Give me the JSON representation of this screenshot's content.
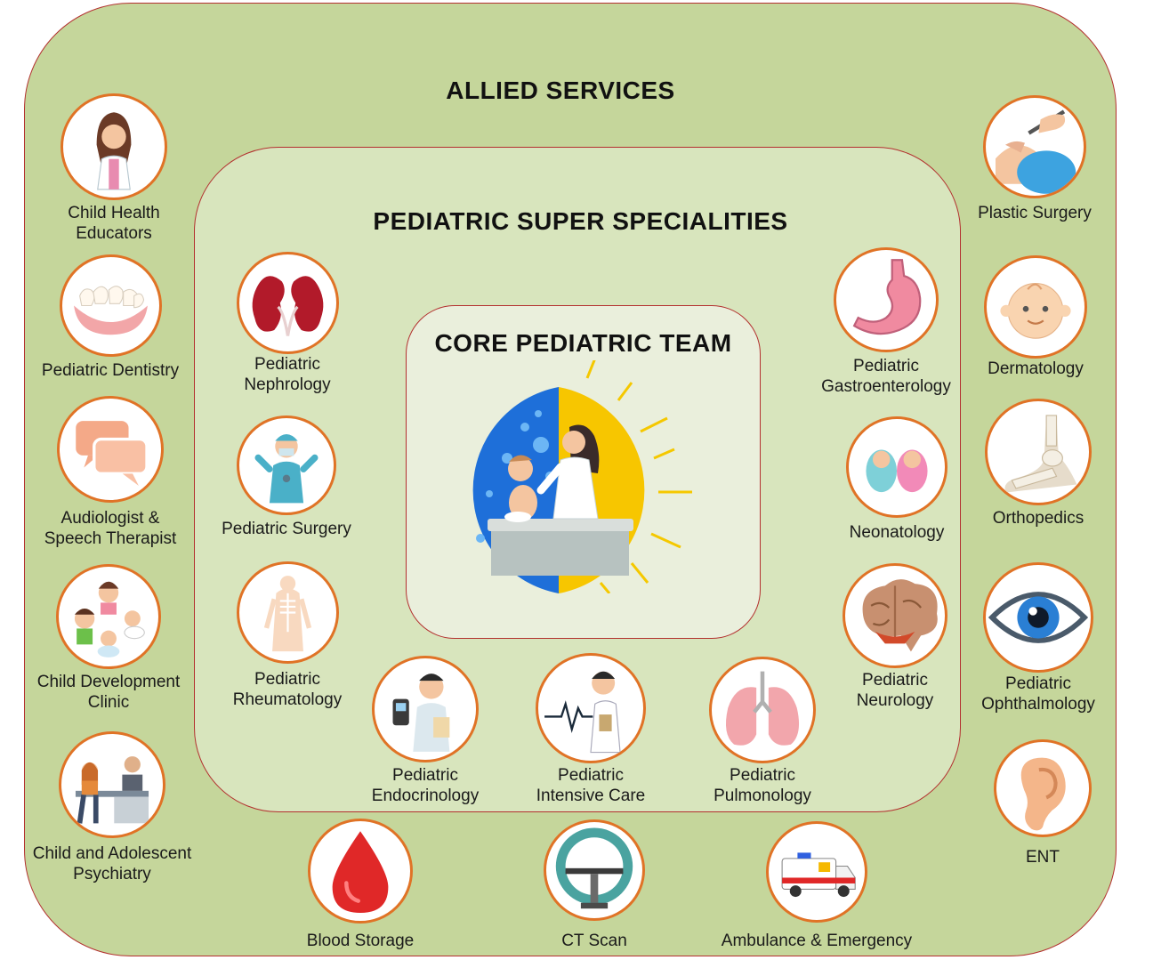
{
  "titles": {
    "allied": "ALLIED SERVICES",
    "super": "PEDIATRIC SUPER SPECIALITIES",
    "core": "CORE PEDIATRIC TEAM"
  },
  "allied_left": [
    {
      "label": "Child Health\nEducators",
      "icon": "educator-icon"
    },
    {
      "label": "Pediatric Dentistry",
      "icon": "teeth-icon"
    },
    {
      "label": "Audiologist &\nSpeech Therapist",
      "icon": "speech-bubbles-icon"
    },
    {
      "label": "Child Development\nClinic",
      "icon": "children-icon"
    },
    {
      "label": "Child and Adolescent\nPsychiatry",
      "icon": "therapy-session-icon"
    }
  ],
  "allied_right": [
    {
      "label": "Plastic Surgery",
      "icon": "face-surgery-icon"
    },
    {
      "label": "Dermatology",
      "icon": "baby-face-icon"
    },
    {
      "label": "Orthopedics",
      "icon": "foot-bones-icon"
    },
    {
      "label": "Pediatric\nOphthalmology",
      "icon": "eye-icon"
    },
    {
      "label": "ENT",
      "icon": "ear-icon"
    }
  ],
  "allied_bottom": [
    {
      "label": "Blood Storage",
      "icon": "blood-drop-icon"
    },
    {
      "label": "CT Scan",
      "icon": "ct-scanner-icon"
    },
    {
      "label": "Ambulance & Emergency",
      "icon": "ambulance-icon"
    }
  ],
  "super_left": [
    {
      "label": "Pediatric\nNephrology",
      "icon": "kidneys-icon"
    },
    {
      "label": "Pediatric Surgery",
      "icon": "surgeon-icon"
    },
    {
      "label": "Pediatric\nRheumatology",
      "icon": "skeleton-icon"
    }
  ],
  "super_right": [
    {
      "label": "Pediatric\nGastroenterology",
      "icon": "stomach-icon"
    },
    {
      "label": "Neonatology",
      "icon": "newborns-icon"
    },
    {
      "label": "Pediatric\nNeurology",
      "icon": "brain-icon"
    }
  ],
  "super_bottom": [
    {
      "label": "Pediatric\nEndocrinology",
      "icon": "doctor-glucometer-icon"
    },
    {
      "label": "Pediatric\nIntensive Care",
      "icon": "doctor-ecg-icon"
    },
    {
      "label": "Pediatric\nPulmonology",
      "icon": "lungs-icon"
    }
  ],
  "core": {
    "icon": "doctor-with-baby-icon"
  },
  "colors": {
    "outer_fill": "#c5d69b",
    "middle_fill": "#d8e5bd",
    "core_fill": "#eaefdc",
    "border": "#b3302f",
    "icon_ring": "#e07326"
  }
}
